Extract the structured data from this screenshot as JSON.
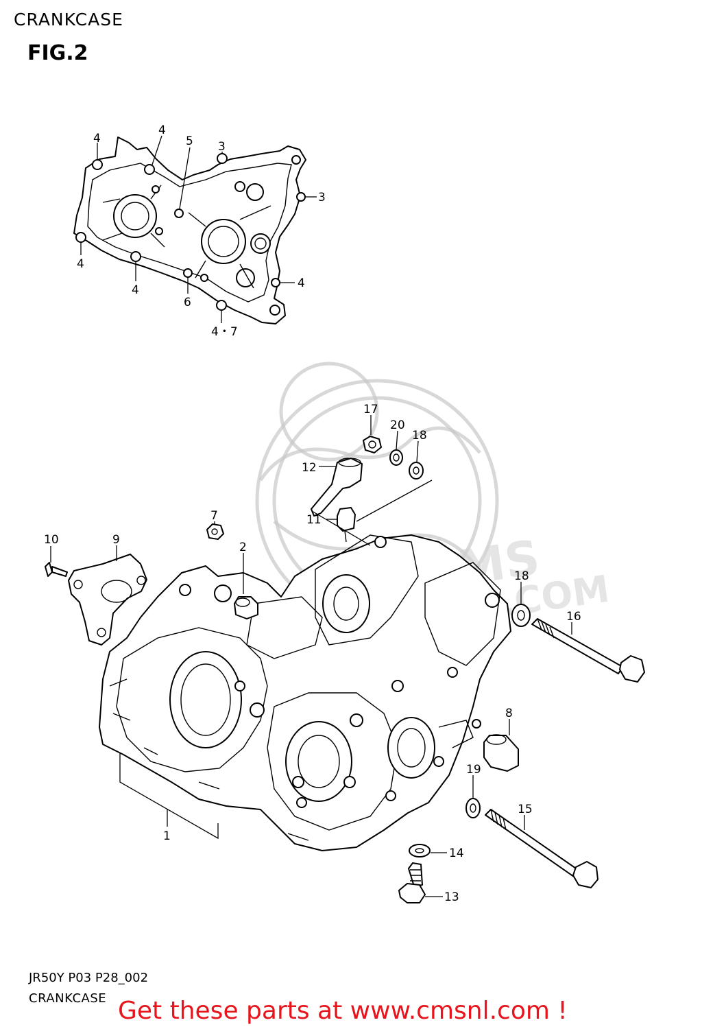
{
  "header": {
    "title": "CRANKCASE",
    "figure": "FIG.2"
  },
  "watermark": {
    "text": "WWW.CMSNL.COM",
    "logo_text": "CMS",
    "color": "#c8c8c8"
  },
  "callouts": {
    "gasket": [
      "4",
      "4",
      "5",
      "3",
      "3",
      "4",
      "4",
      "6",
      "4",
      "4・7"
    ],
    "crankcase": [
      "17",
      "20",
      "18",
      "12",
      "11",
      "7",
      "2",
      "10",
      "9",
      "18",
      "16",
      "8",
      "19",
      "15",
      "14",
      "13",
      "1"
    ]
  },
  "footer": {
    "code": "JR50Y P03 P28_002",
    "name": "CRANKCASE",
    "link": "Get these parts at www.cmsnl.com !",
    "link_color": "#e8141b"
  }
}
